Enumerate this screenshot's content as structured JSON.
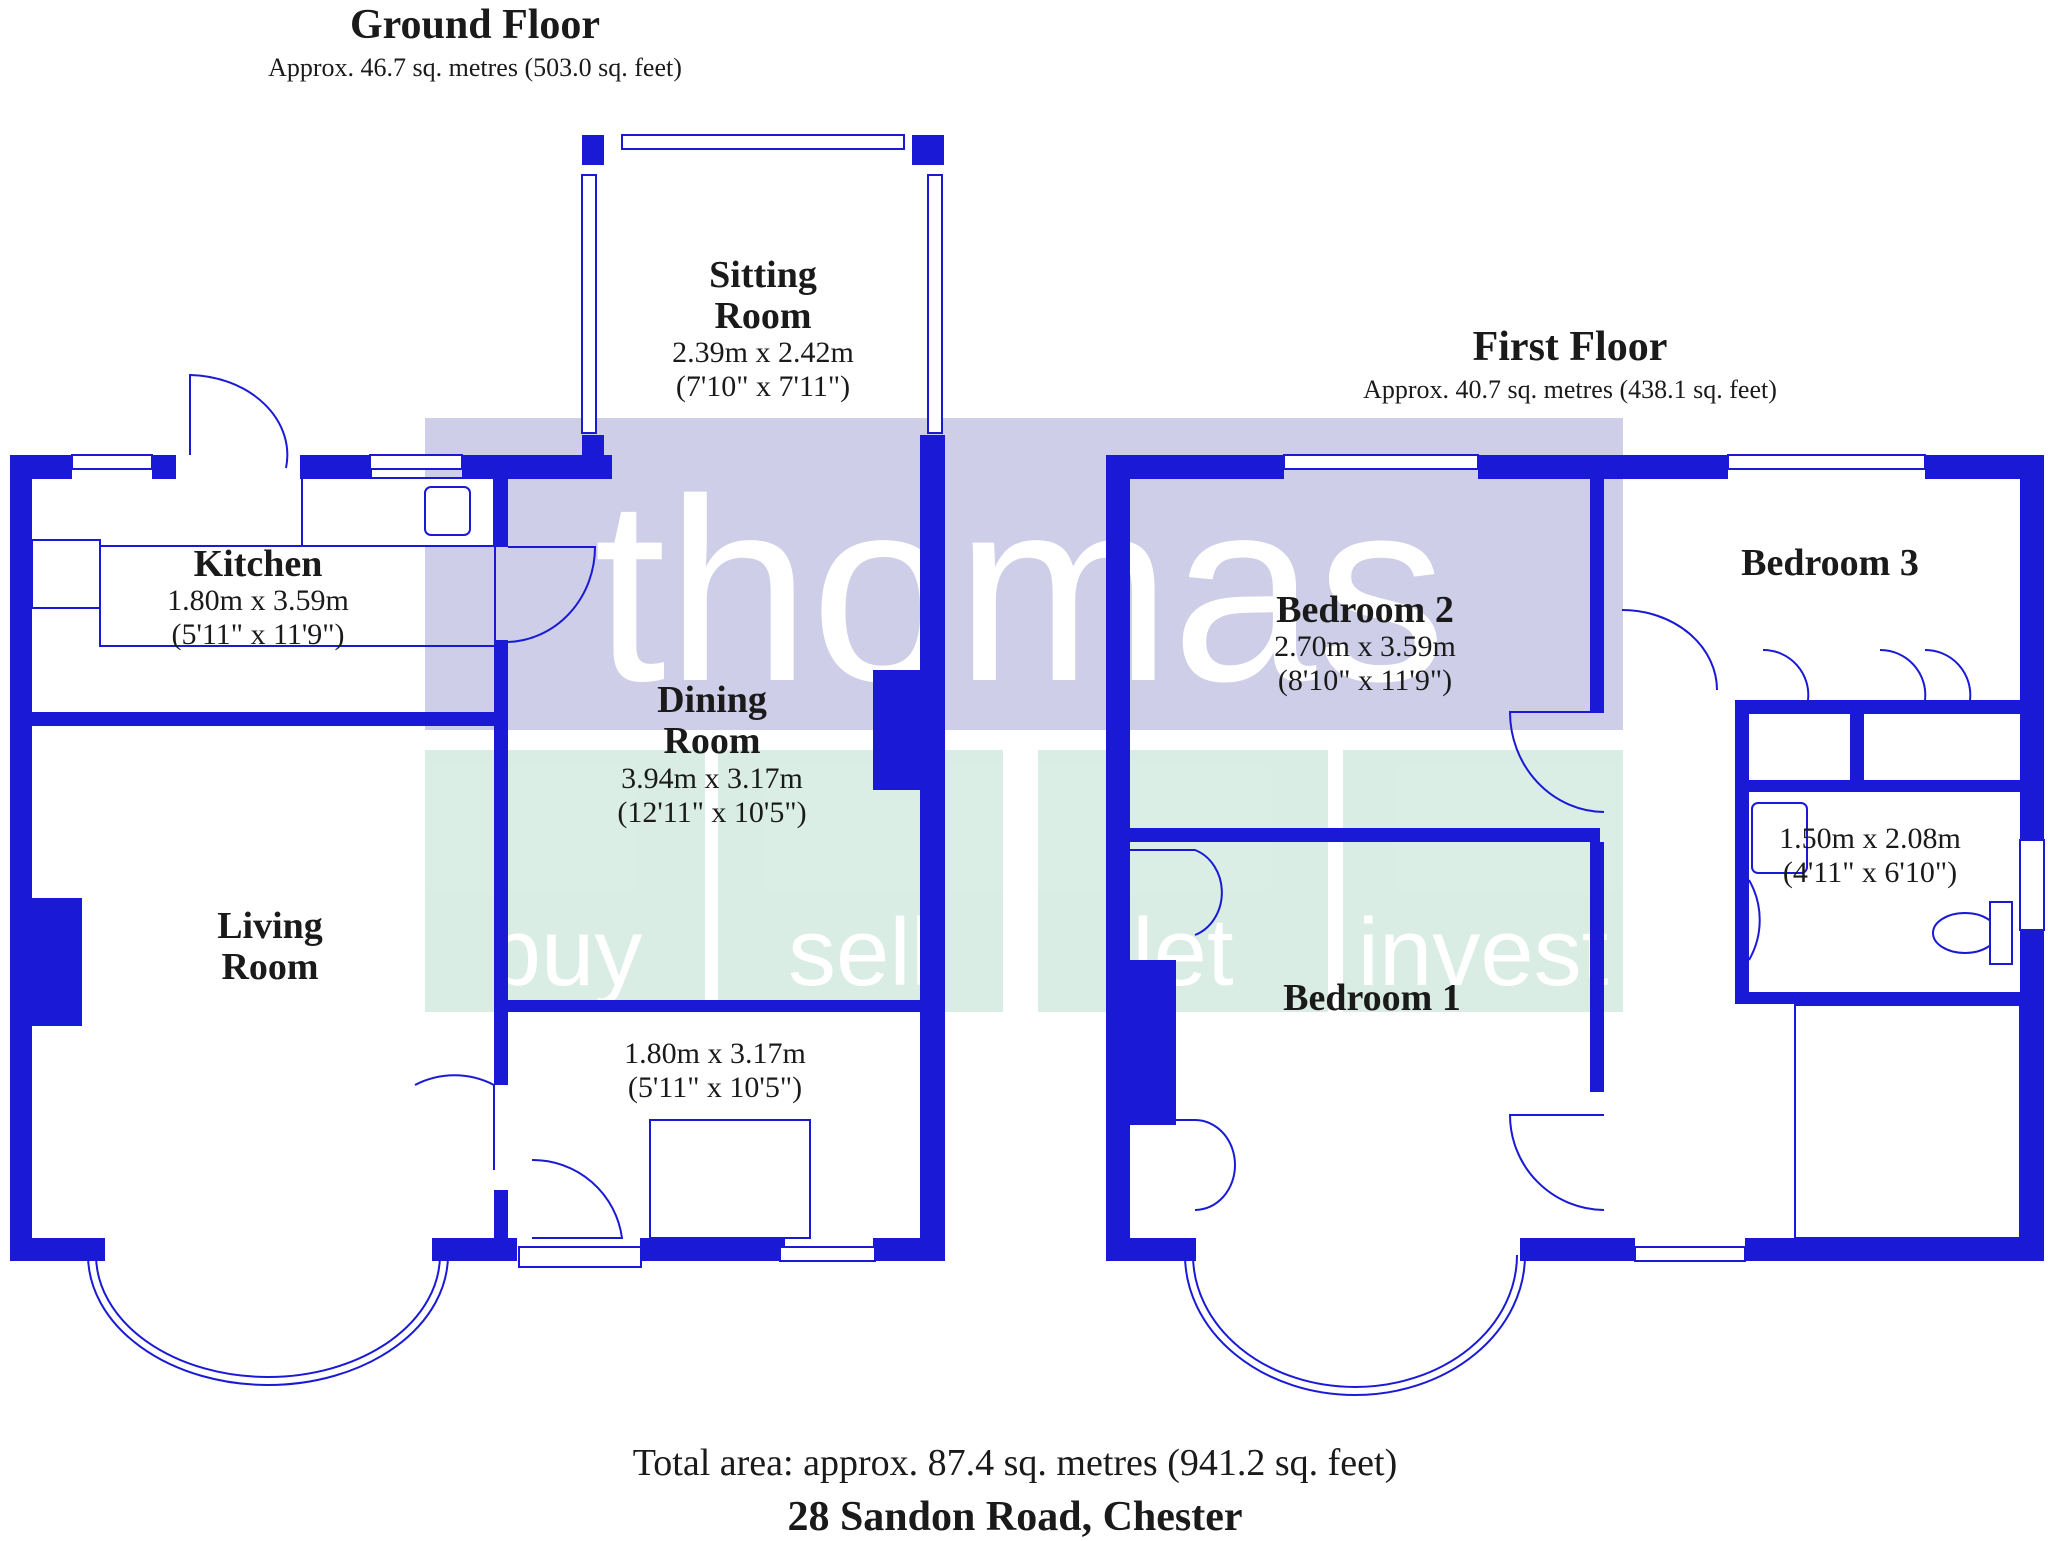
{
  "ground_floor": {
    "title": "Ground Floor",
    "area": "Approx. 46.7 sq. metres (503.0 sq. feet)",
    "rooms": {
      "sitting_room": {
        "name1": "Sitting",
        "name2": "Room",
        "dim_m": "2.39m x 2.42m",
        "dim_ft": "(7'10\" x 7'11\")"
      },
      "kitchen": {
        "name": "Kitchen",
        "dim_m": "1.80m x 3.59m",
        "dim_ft": "(5'11\" x 11'9\")"
      },
      "dining_room": {
        "name1": "Dining",
        "name2": "Room",
        "dim_m": "3.94m x 3.17m",
        "dim_ft": "(12'11\" x 10'5\")"
      },
      "living_room": {
        "name1": "Living",
        "name2": "Room"
      },
      "hall": {
        "dim_m": "1.80m x 3.17m",
        "dim_ft": "(5'11\" x 10'5\")"
      }
    }
  },
  "first_floor": {
    "title": "First Floor",
    "area": "Approx. 40.7 sq. metres (438.1 sq. feet)",
    "rooms": {
      "bedroom_2": {
        "name": "Bedroom 2",
        "dim_m": "2.70m x 3.59m",
        "dim_ft": "(8'10\" x 11'9\")"
      },
      "bedroom_3": {
        "name": "Bedroom 3"
      },
      "bedroom_1": {
        "name": "Bedroom 1"
      },
      "bathroom": {
        "dim_m": "1.50m x 2.08m",
        "dim_ft": "(4'11\" x 6'10\")"
      }
    }
  },
  "watermark": {
    "brand": "thomas",
    "tags": [
      "buy",
      "sell",
      "let",
      "invest"
    ]
  },
  "footer": {
    "total_area": "Total area: approx. 87.4 sq. metres (941.2 sq. feet)",
    "address": "28 Sandon Road, Chester"
  },
  "colors": {
    "wall": "#1a1ad6",
    "window": "#ffffff",
    "watermark_top": "#c8c8e6",
    "watermark_bottom": "#d6ece2"
  }
}
